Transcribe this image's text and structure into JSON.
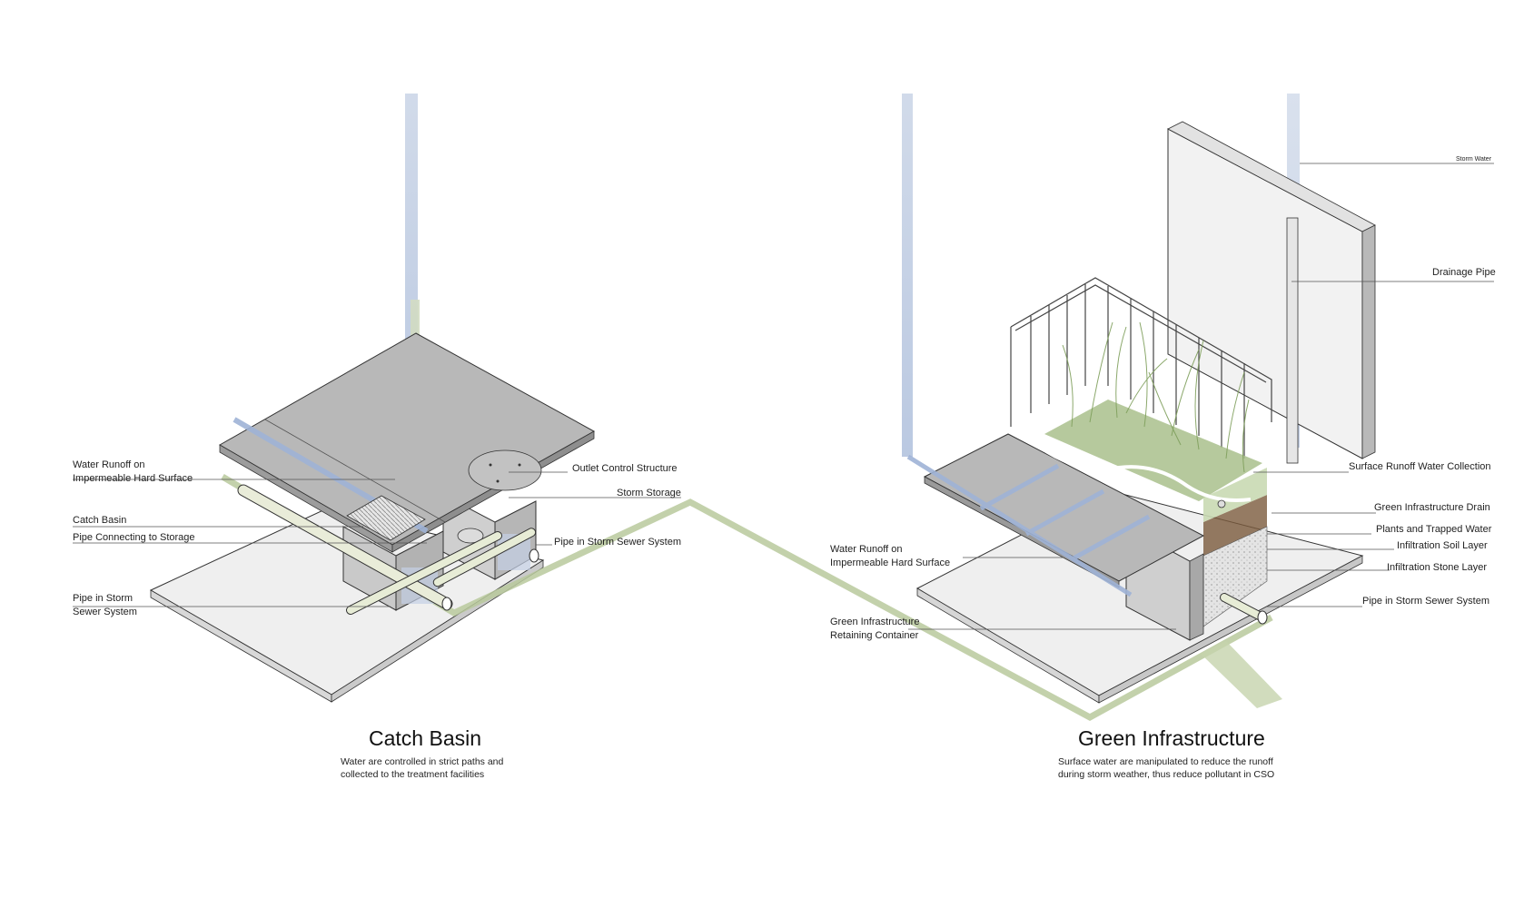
{
  "catch_basin": {
    "title": "Catch Basin",
    "description_line1": "Water are controlled in strict paths and",
    "description_line2": "collected to the treatment facilities",
    "labels": {
      "water_runoff_1": "Water Runoff on",
      "water_runoff_2": "Impermeable Hard Surface",
      "catch_basin": "Catch Basin",
      "pipe_connecting": "Pipe Connecting to Storage",
      "pipe_storm_1": "Pipe in Storm",
      "pipe_storm_2": "Sewer System",
      "outlet_control": "Outlet Control Structure",
      "storm_storage": "Storm Storage",
      "pipe_storm_sewer": "Pipe in Storm Sewer System"
    }
  },
  "green_infrastructure": {
    "title": "Green Infrastructure",
    "description_line1": "Surface water are manipulated to reduce the runoff",
    "description_line2": "during storm weather, thus reduce pollutant in CSO",
    "labels": {
      "storm_water": "Storm Water",
      "drainage_pipe": "Drainage Pipe",
      "surface_runoff": "Surface Runoff Water Collection",
      "gi_drain": "Green Infrastructure Drain",
      "plants_water": "Plants and Trapped Water",
      "soil_layer": "Infiltration Soil Layer",
      "stone_layer": "Infiltration Stone Layer",
      "pipe_storm_sewer": "Pipe in Storm Sewer System",
      "water_runoff_1": "Water Runoff on",
      "water_runoff_2": "Impermeable Hard Surface",
      "retaining_1": "Green Infrastructure",
      "retaining_2": "Retaining Container"
    }
  },
  "colors": {
    "water_blue": "#9fb3d6",
    "flow_green": "#b7c79a",
    "concrete": "#bdbdbd",
    "concrete_dark": "#9a9a9a",
    "base_plate": "#ececec",
    "plants": "#8fae6a",
    "soil": "#7a5a3c",
    "stone": "#d6d6d6",
    "line": "#333333"
  }
}
